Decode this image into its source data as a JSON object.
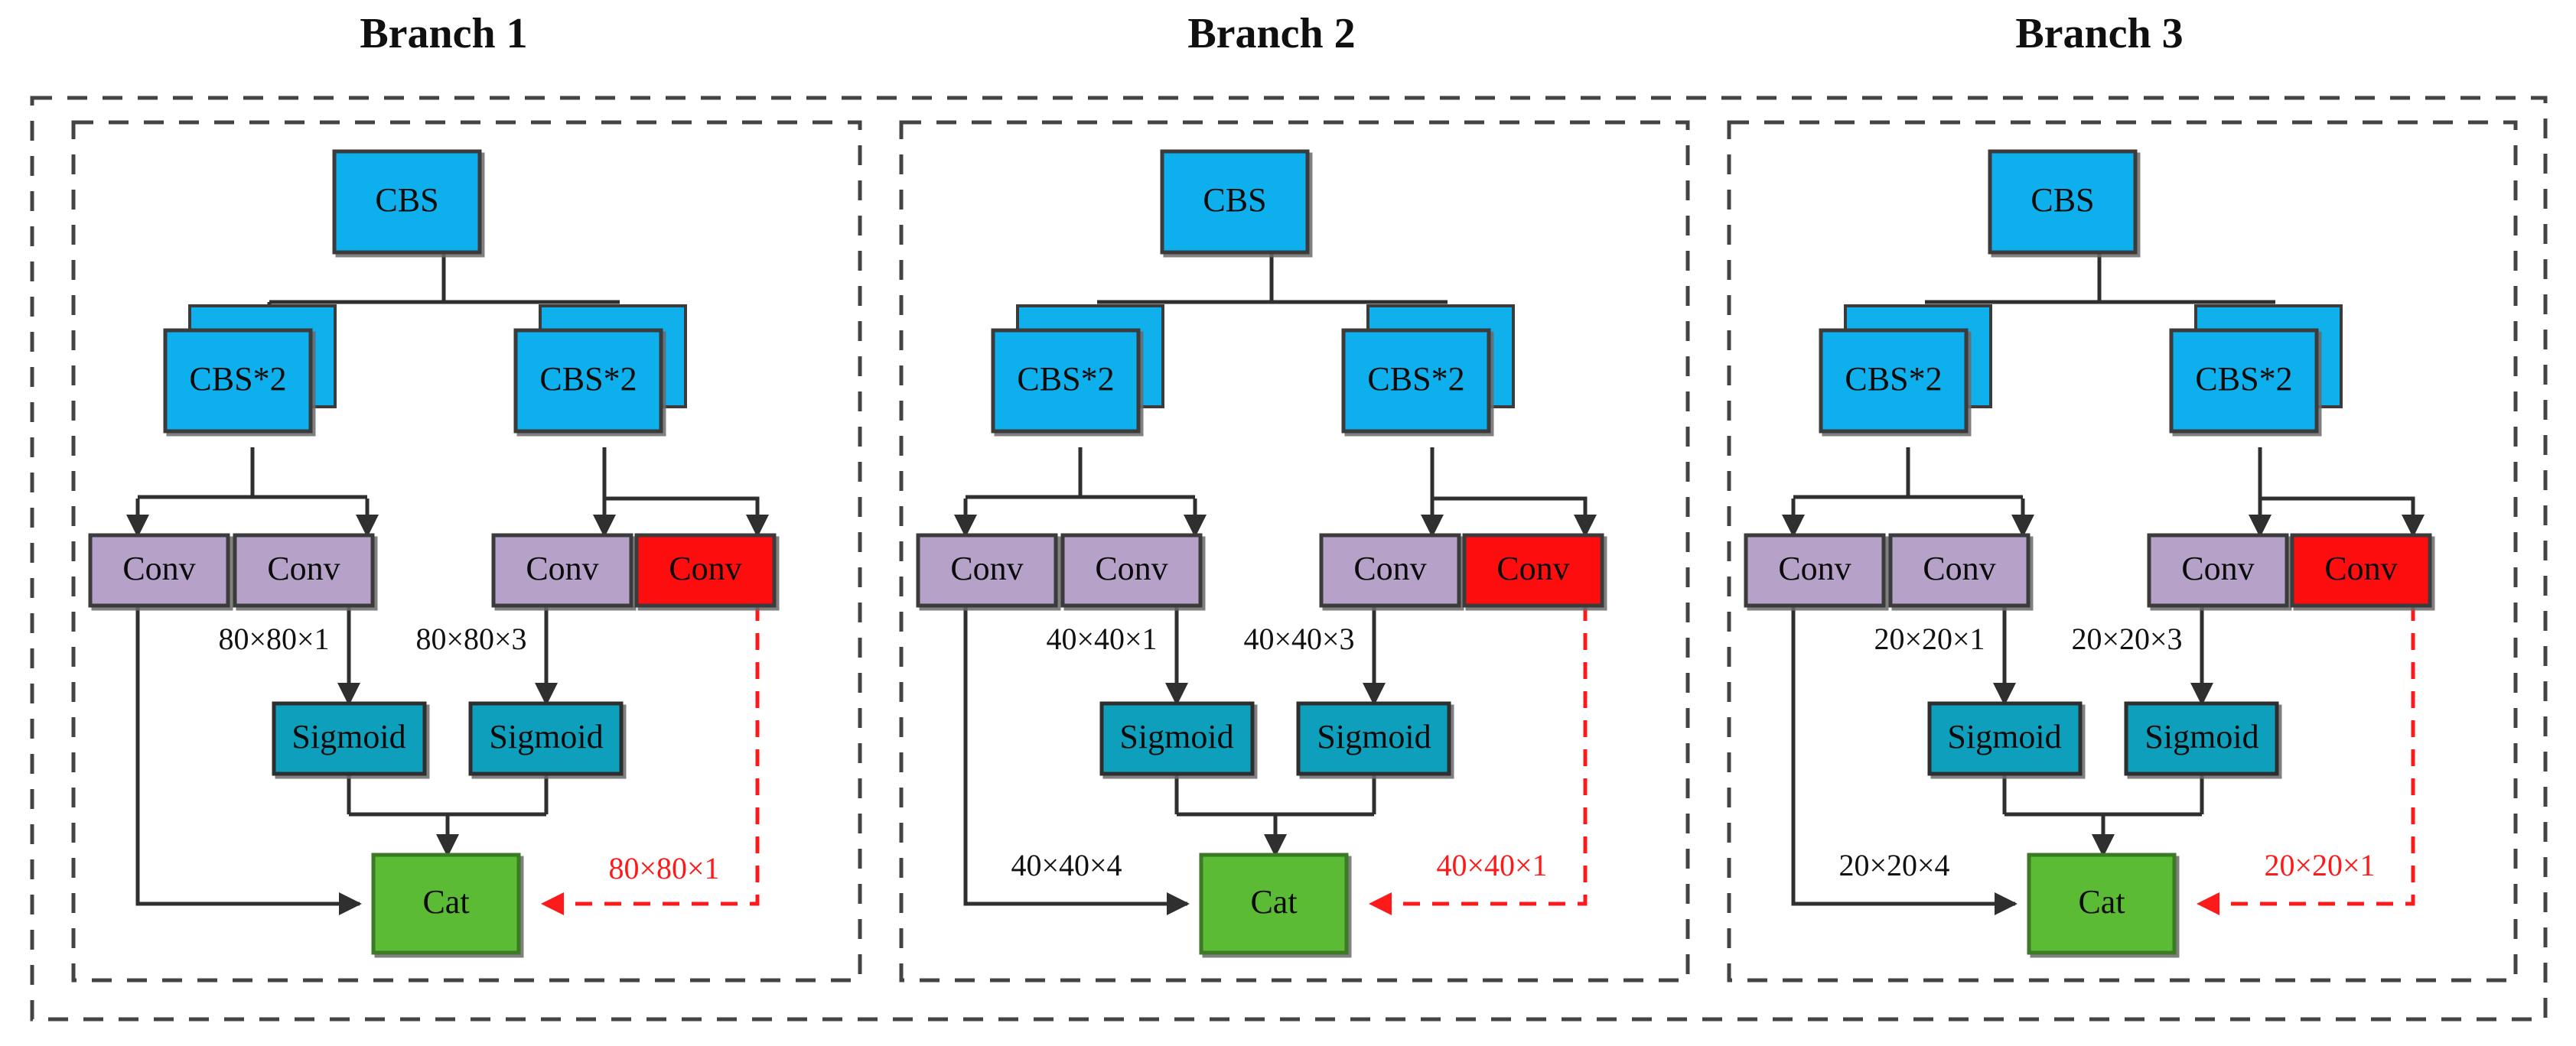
{
  "figure": {
    "type": "diagram",
    "subtype": "neural-network-architecture",
    "background": "#ffffff"
  },
  "colors": {
    "cbs_fill": "#0fb0ec",
    "cbs_stroke": "#3b3b3b",
    "conv_fill": "#b6a2c9",
    "conv_stroke": "#3b3b3b",
    "conv_red_fill": "#fd0d0d",
    "conv_red_stroke": "#3b3b3b",
    "sigmoid_fill": "#0d9fbb",
    "sigmoid_stroke": "#2f2f2f",
    "cat_fill": "#5cbb35",
    "cat_stroke": "#3e7a28",
    "edge": "#3a3a3a",
    "edge_red": "#fd1a1a",
    "dashed_box": "#444444",
    "label_text": "#111111",
    "label_text_red": "#fd1a1a",
    "title_text": "#101010"
  },
  "branches": [
    {
      "id": "branch-1",
      "title": "Branch 1",
      "nodes": {
        "cbs": "CBS",
        "cbs2_left": "CBS*2",
        "cbs2_right": "CBS*2",
        "conv_1": "Conv",
        "conv_2": "Conv",
        "conv_3": "Conv",
        "conv_4": "Conv",
        "sigmoid_left": "Sigmoid",
        "sigmoid_right": "Sigmoid",
        "cat": "Cat"
      },
      "edge_labels": {
        "conv2_to_sigmoid": "80×80×1",
        "conv3_to_sigmoid": "80×80×3",
        "skip_to_cat": "",
        "red_to_cat": "80×80×1"
      }
    },
    {
      "id": "branch-2",
      "title": "Branch 2",
      "nodes": {
        "cbs": "CBS",
        "cbs2_left": "CBS*2",
        "cbs2_right": "CBS*2",
        "conv_1": "Conv",
        "conv_2": "Conv",
        "conv_3": "Conv",
        "conv_4": "Conv",
        "sigmoid_left": "Sigmoid",
        "sigmoid_right": "Sigmoid",
        "cat": "Cat"
      },
      "edge_labels": {
        "conv2_to_sigmoid": "40×40×1",
        "conv3_to_sigmoid": "40×40×3",
        "skip_to_cat": "40×40×4",
        "red_to_cat": "40×40×1"
      }
    },
    {
      "id": "branch-3",
      "title": "Branch 3",
      "nodes": {
        "cbs": "CBS",
        "cbs2_left": "CBS*2",
        "cbs2_right": "CBS*2",
        "conv_1": "Conv",
        "conv_2": "Conv",
        "conv_3": "Conv",
        "conv_4": "Conv",
        "sigmoid_left": "Sigmoid",
        "sigmoid_right": "Sigmoid",
        "cat": "Cat"
      },
      "edge_labels": {
        "conv2_to_sigmoid": "20×20×1",
        "conv3_to_sigmoid": "20×20×3",
        "skip_to_cat": "20×20×4",
        "red_to_cat": "20×20×1"
      }
    }
  ]
}
